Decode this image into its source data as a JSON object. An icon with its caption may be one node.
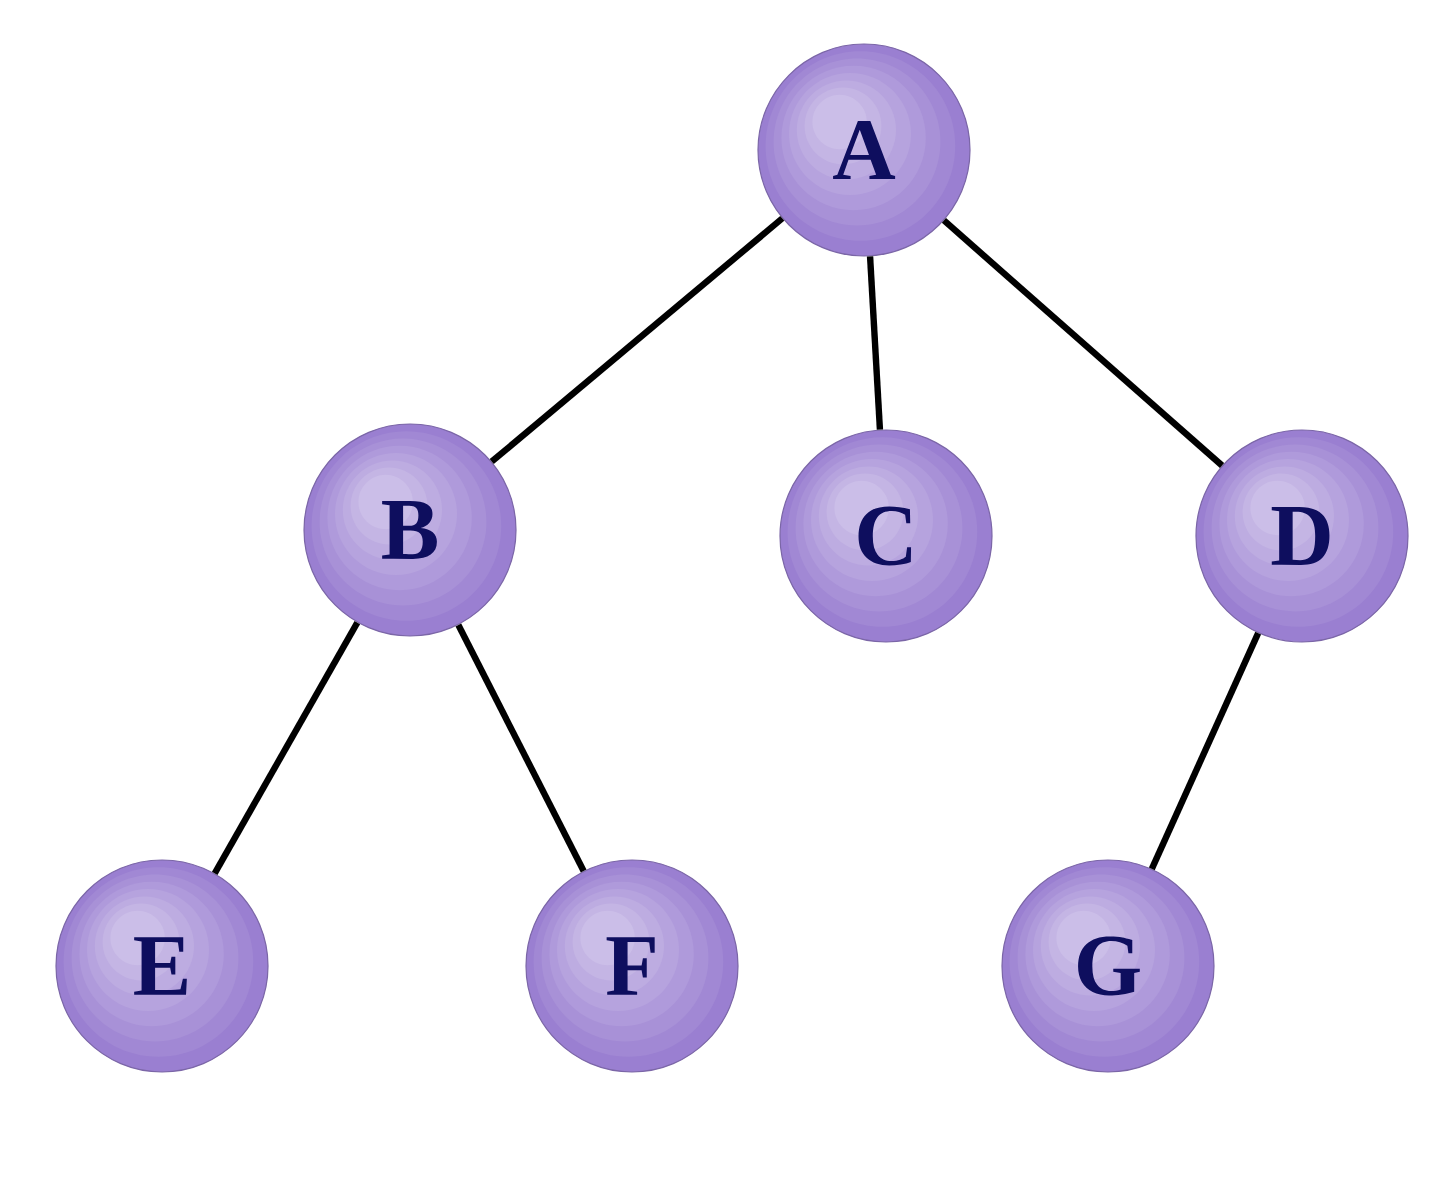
{
  "diagram": {
    "nodes": [
      {
        "text": [
          "A"
        ]
      },
      {
        "text": [
          "B"
        ]
      },
      {
        "text": [
          "C"
        ]
      },
      {
        "text": [
          "D"
        ]
      },
      {
        "text": [
          "E"
        ]
      },
      {
        "text": [
          "F"
        ]
      },
      {
        "text": [
          "G"
        ]
      }
    ],
    "edges": [
      {
        "from": 0,
        "to": 1,
        "arrow": "none"
      },
      {
        "from": 0,
        "to": 2,
        "arrow": "none"
      },
      {
        "from": 0,
        "to": 3,
        "arrow": "none"
      },
      {
        "from": 1,
        "to": 4,
        "arrow": "none"
      },
      {
        "from": 1,
        "to": 5,
        "arrow": "none"
      },
      {
        "from": 3,
        "to": 6,
        "arrow": "none"
      }
    ]
  }
}
